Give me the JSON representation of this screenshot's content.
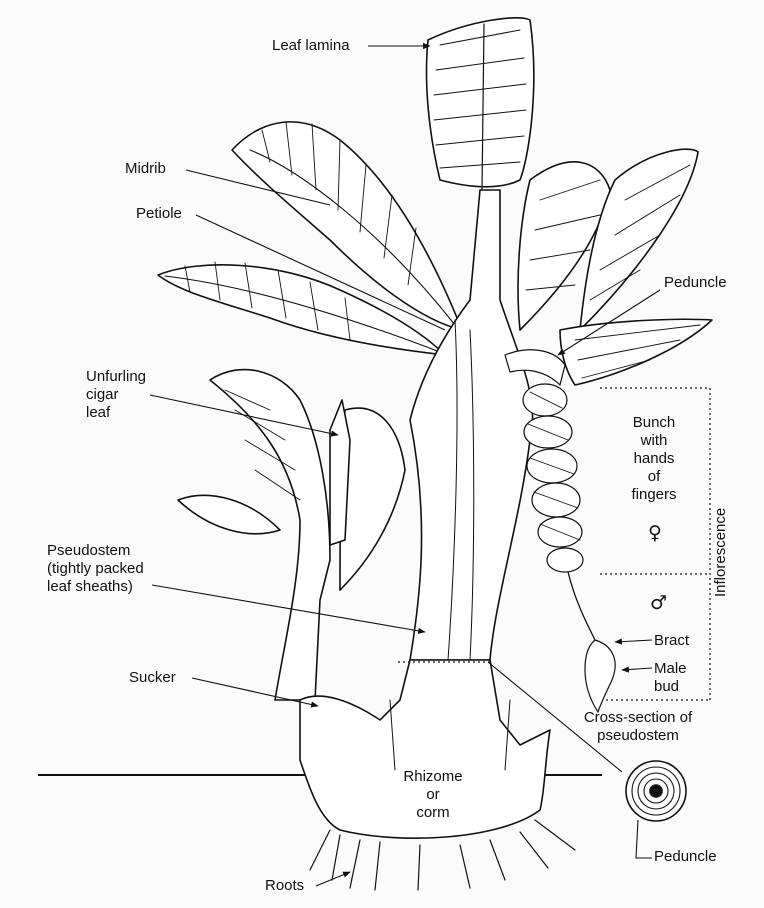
{
  "labels": {
    "leaf_lamina": "Leaf lamina",
    "midrib": "Midrib",
    "petiole": "Petiole",
    "peduncle_top": "Peduncle",
    "unfurling": "Unfurling\ncigar\nleaf",
    "bunch": "Bunch\nwith\nhands\nof\nfingers",
    "female_symbol": "♀",
    "male_symbol": "♂",
    "inflorescence": "Inflorescence",
    "pseudostem": "Pseudostem\n(tightly packed\nleaf sheaths)",
    "bract": "Bract",
    "male_bud": "Male\nbud",
    "sucker": "Sucker",
    "cross_section": "Cross-section of\npseudostem",
    "rhizome": "Rhizome\nor\ncorm",
    "peduncle_bottom": "Peduncle",
    "roots": "Roots"
  }
}
